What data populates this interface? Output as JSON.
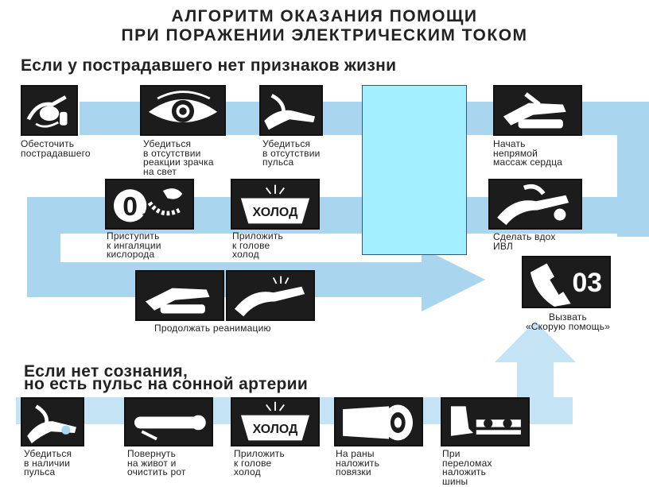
{
  "title": {
    "line1": "АЛГОРИТМ  ОКАЗАНИЯ  ПОМОЩИ",
    "line2": "ПРИ ПОРАЖЕНИИ ЭЛЕКТРИЧЕСКИМ ТОКОМ"
  },
  "section1": {
    "heading": "Если у пострадавшего нет признаков жизни",
    "steps": [
      {
        "id": "deenergize",
        "icon": "hand-cutting-wire-icon",
        "caption": "Обесточить\nпострадавшего"
      },
      {
        "id": "pupil",
        "icon": "eye-icon",
        "caption": "Убедиться\nв отсутствии\nреакции зрачка\nна свет"
      },
      {
        "id": "pulse",
        "icon": "hand-on-neck-icon",
        "caption": "Убедиться\nв отсутствии\nпульса"
      },
      {
        "id": "heart-massage",
        "icon": "chest-compression-icon",
        "caption": "Начать\nнепрямой\nмассаж сердца"
      },
      {
        "id": "oxygen",
        "icon": "oxygen-mask-icon",
        "caption": "Приступить\nк ингаляции\nкислорода",
        "icon_text": "0"
      },
      {
        "id": "cold",
        "icon": "cold-pack-icon",
        "caption": "Приложить\nк голове\nхолод",
        "icon_text": "ХОЛОД"
      },
      {
        "id": "ventilation",
        "icon": "rescue-breath-icon",
        "caption": "Сделать вдох\nИВЛ"
      },
      {
        "id": "resuscitation",
        "icon": "resuscitation-icon",
        "caption": "Продолжать реанимацию"
      },
      {
        "id": "ambulance",
        "icon": "phone-03-icon",
        "caption": "Вызвать\n«Скорую помощь»",
        "icon_text": "03"
      }
    ]
  },
  "section2": {
    "heading_line1": "Если нет сознания,",
    "heading_line2": "но есть пульс на сонной артерии",
    "steps": [
      {
        "id": "check-pulse",
        "icon": "hand-pulse-icon",
        "caption": "Убедиться\nв наличии\nпульса"
      },
      {
        "id": "turn-over",
        "icon": "person-prone-icon",
        "caption": "Повернуть\nна живот и\nочистить рот"
      },
      {
        "id": "cold2",
        "icon": "cold-pack-icon",
        "caption": "Приложить\nк голове\nхолод",
        "icon_text": "ХОЛОД"
      },
      {
        "id": "bandage",
        "icon": "bandage-roll-icon",
        "caption": "На раны\nналожить\nповязки"
      },
      {
        "id": "splint",
        "icon": "splint-leg-icon",
        "caption": "При\nпереломах\nналожить\nшины"
      }
    ]
  },
  "colors": {
    "arrow": "#a9d5ef",
    "arrow_light": "#c4e3f5",
    "tile": "#1c1c1c",
    "cover_box": "#a3efff",
    "cover_border": "#2d5a7a"
  }
}
